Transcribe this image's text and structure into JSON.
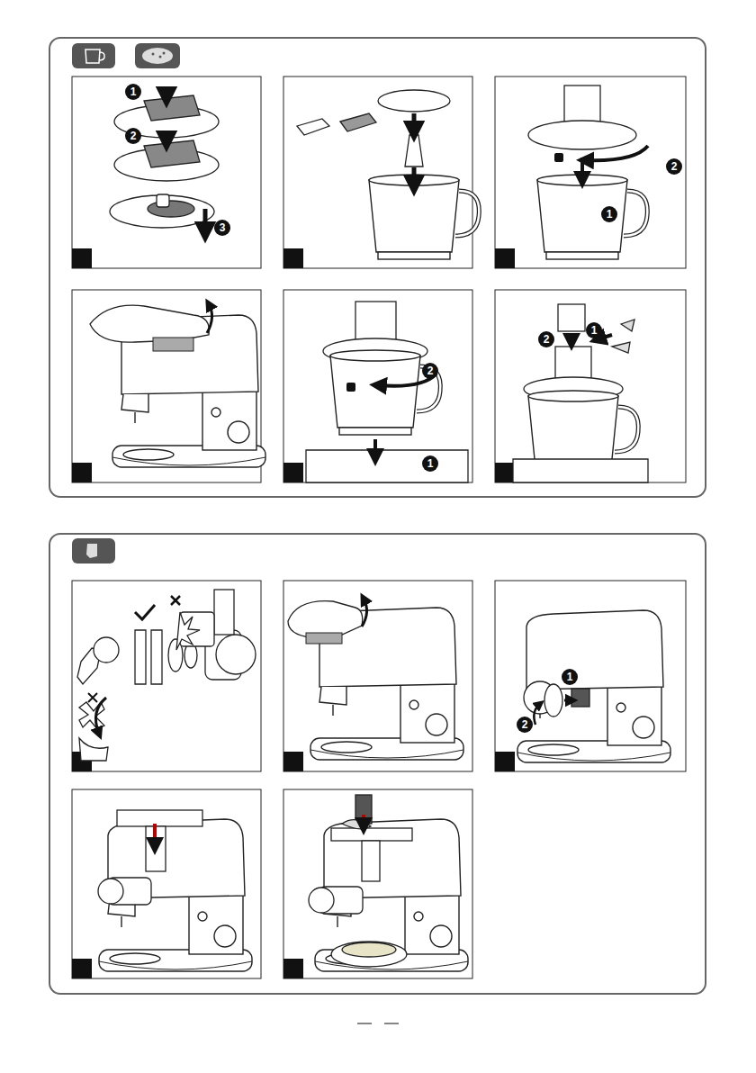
{
  "diagram": {
    "labels": [
      "1",
      "2",
      "3",
      "2",
      "1",
      "2",
      "1",
      "1",
      "2",
      "1",
      "2"
    ]
  }
}
